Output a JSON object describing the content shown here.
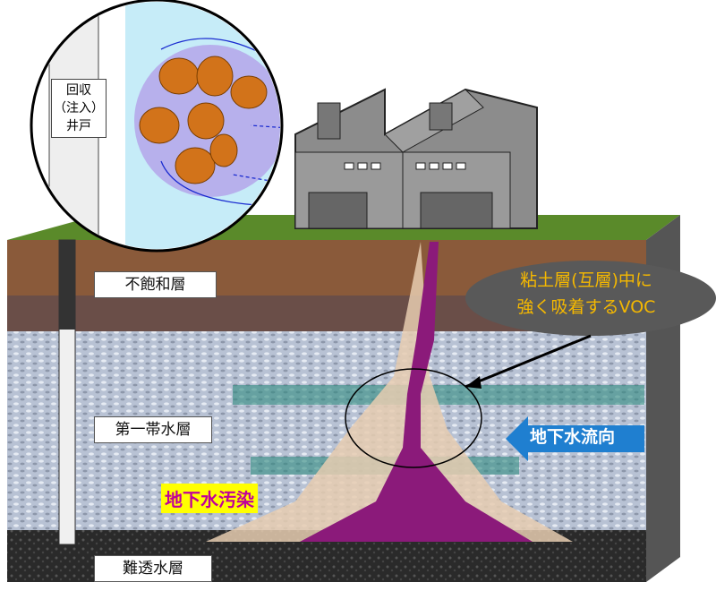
{
  "well_label": {
    "line1": "回収",
    "line2": "（注入）",
    "line3": "井戸"
  },
  "layers": {
    "unsaturated": "不飽和層",
    "aquifer": "第一帯水層",
    "aquitard": "難透水層"
  },
  "pollution_label": "地下水汚染",
  "callout": {
    "line1": "粘土層(互層)中に",
    "line2": "強く吸着するVOC"
  },
  "flow_label": "地下水流向",
  "colors": {
    "callout_bg": "#595959",
    "callout_text": "#f5b800",
    "flow_arrow": "#1f7fd0",
    "plume": "#8b1a7a",
    "highlight": "#ffff00"
  }
}
